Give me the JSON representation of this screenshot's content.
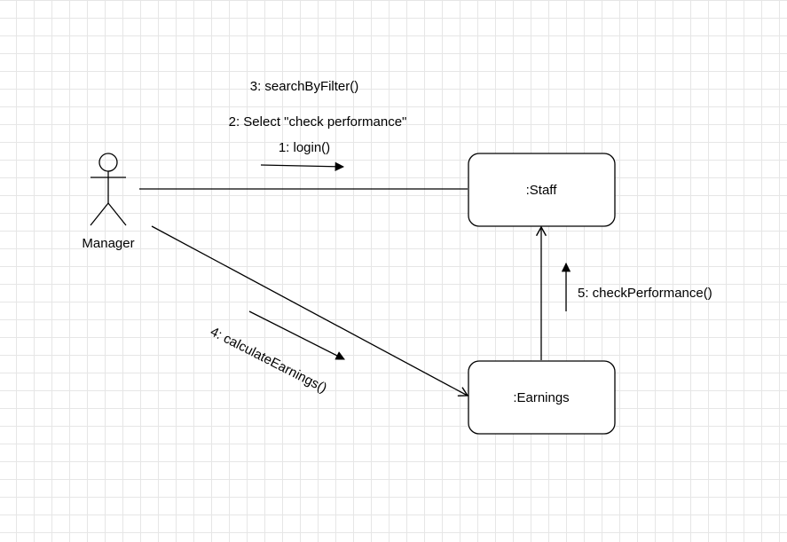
{
  "actor": {
    "name": "Manager"
  },
  "objects": {
    "staff": ":Staff",
    "earnings": ":Earnings"
  },
  "messages": {
    "m1": "1: login()",
    "m2": "2: Select \"check performance\"",
    "m3": "3: searchByFilter()",
    "m4": "4: calculateEarnings()",
    "m5": "5: checkPerformance()"
  },
  "colors": {
    "grid": "#e6e6e6",
    "stroke": "#000000",
    "background": "#ffffff"
  }
}
